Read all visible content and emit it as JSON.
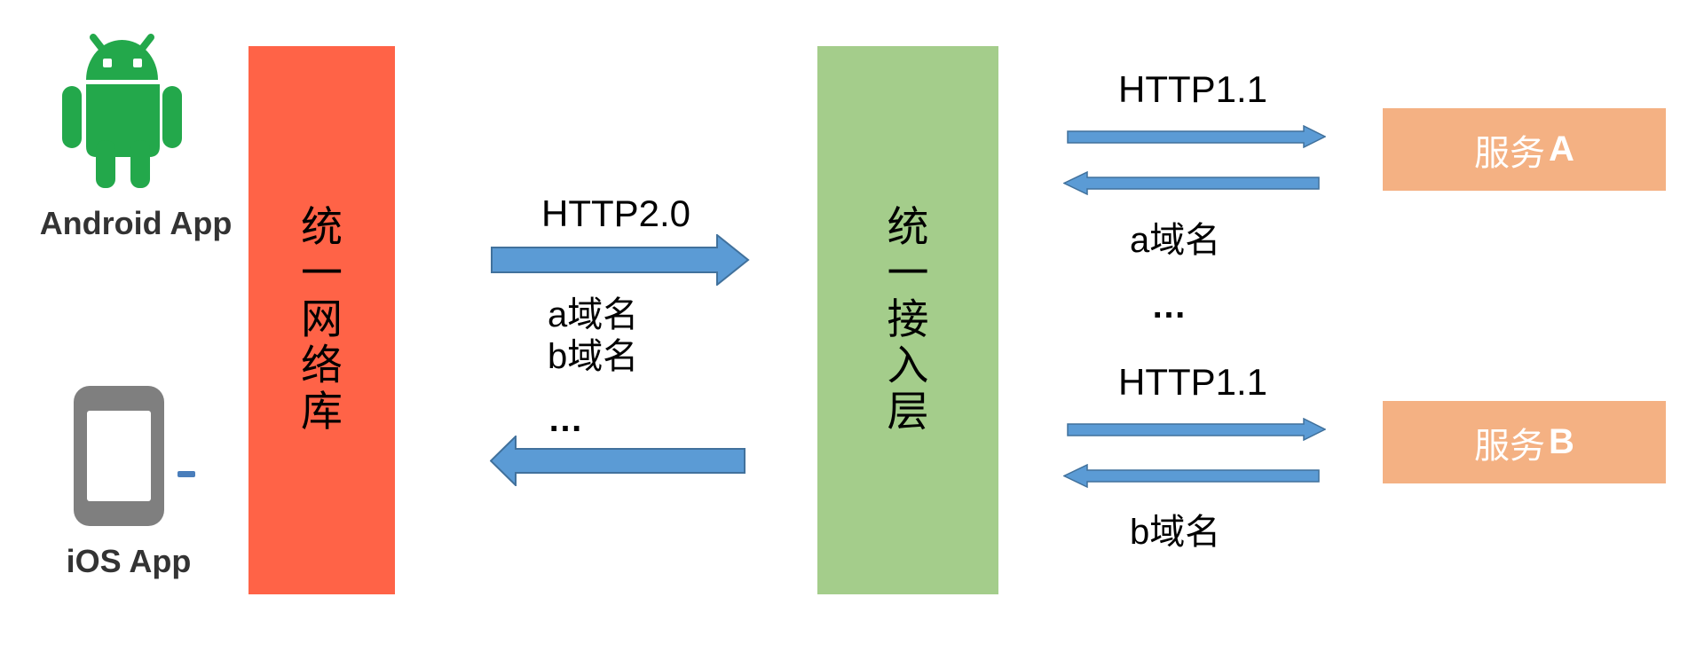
{
  "colors": {
    "unified_network_bar": "#FF6347",
    "unified_access_bar": "#A4CD8B",
    "service_box": "#F4B183",
    "arrow_fill": "#5B9BD5",
    "arrow_border": "#41719C",
    "android_green": "#23A84B",
    "ios_gray": "#7F7F7F",
    "ios_dash_blue": "#4A7EBB"
  },
  "clients": {
    "android": {
      "label": "Android App"
    },
    "ios": {
      "label": "iOS App"
    }
  },
  "bars": {
    "unified_network": {
      "label": "统一网络库"
    },
    "unified_access": {
      "label": "统一接入层"
    }
  },
  "middle_link": {
    "protocol": "HTTP2.0",
    "domains": [
      "a域名",
      "b域名"
    ],
    "ellipsis": "…"
  },
  "service_a_link": {
    "protocol": "HTTP1.1",
    "domain": "a域名",
    "ellipsis": "…"
  },
  "service_b_link": {
    "protocol": "HTTP1.1",
    "domain": "b域名"
  },
  "services": {
    "a": {
      "name": "服务",
      "suffix": "A"
    },
    "b": {
      "name": "服务",
      "suffix": "B"
    }
  }
}
